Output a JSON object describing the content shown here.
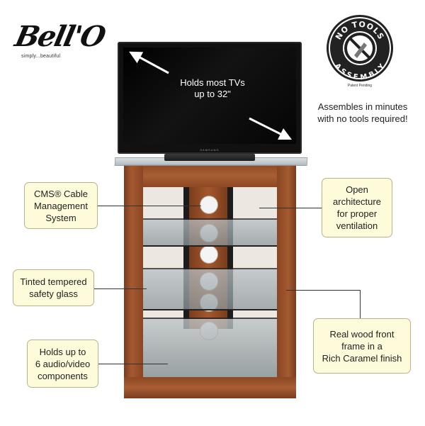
{
  "logo": {
    "wordmark": "Bell'O",
    "tagline": "simply...beautiful"
  },
  "badge": {
    "top_text": "NO TOOLS",
    "bottom_text": "ASSEMBLY",
    "small_text": "Patent Pending"
  },
  "assembly_caption": [
    "Assembles in minutes",
    "with no tools required!"
  ],
  "tv": {
    "brand": "SAMSUNG",
    "text_line1": "Holds most TVs",
    "text_line2": "up to 32\""
  },
  "callouts": {
    "cms": [
      "CMS® Cable",
      "Management",
      "System"
    ],
    "ventilation": [
      "Open",
      "architecture",
      "for proper",
      "ventilation"
    ],
    "glass": [
      "Tinted tempered",
      "safety glass"
    ],
    "wood": [
      "Real wood front",
      "frame in a",
      "Rich Caramel finish"
    ],
    "components": [
      "Holds up to",
      "6 audio/video",
      "components"
    ]
  },
  "colors": {
    "wood": "#a45a30",
    "callout_bg": "#fdfbda",
    "callout_border": "#b7b38f"
  }
}
